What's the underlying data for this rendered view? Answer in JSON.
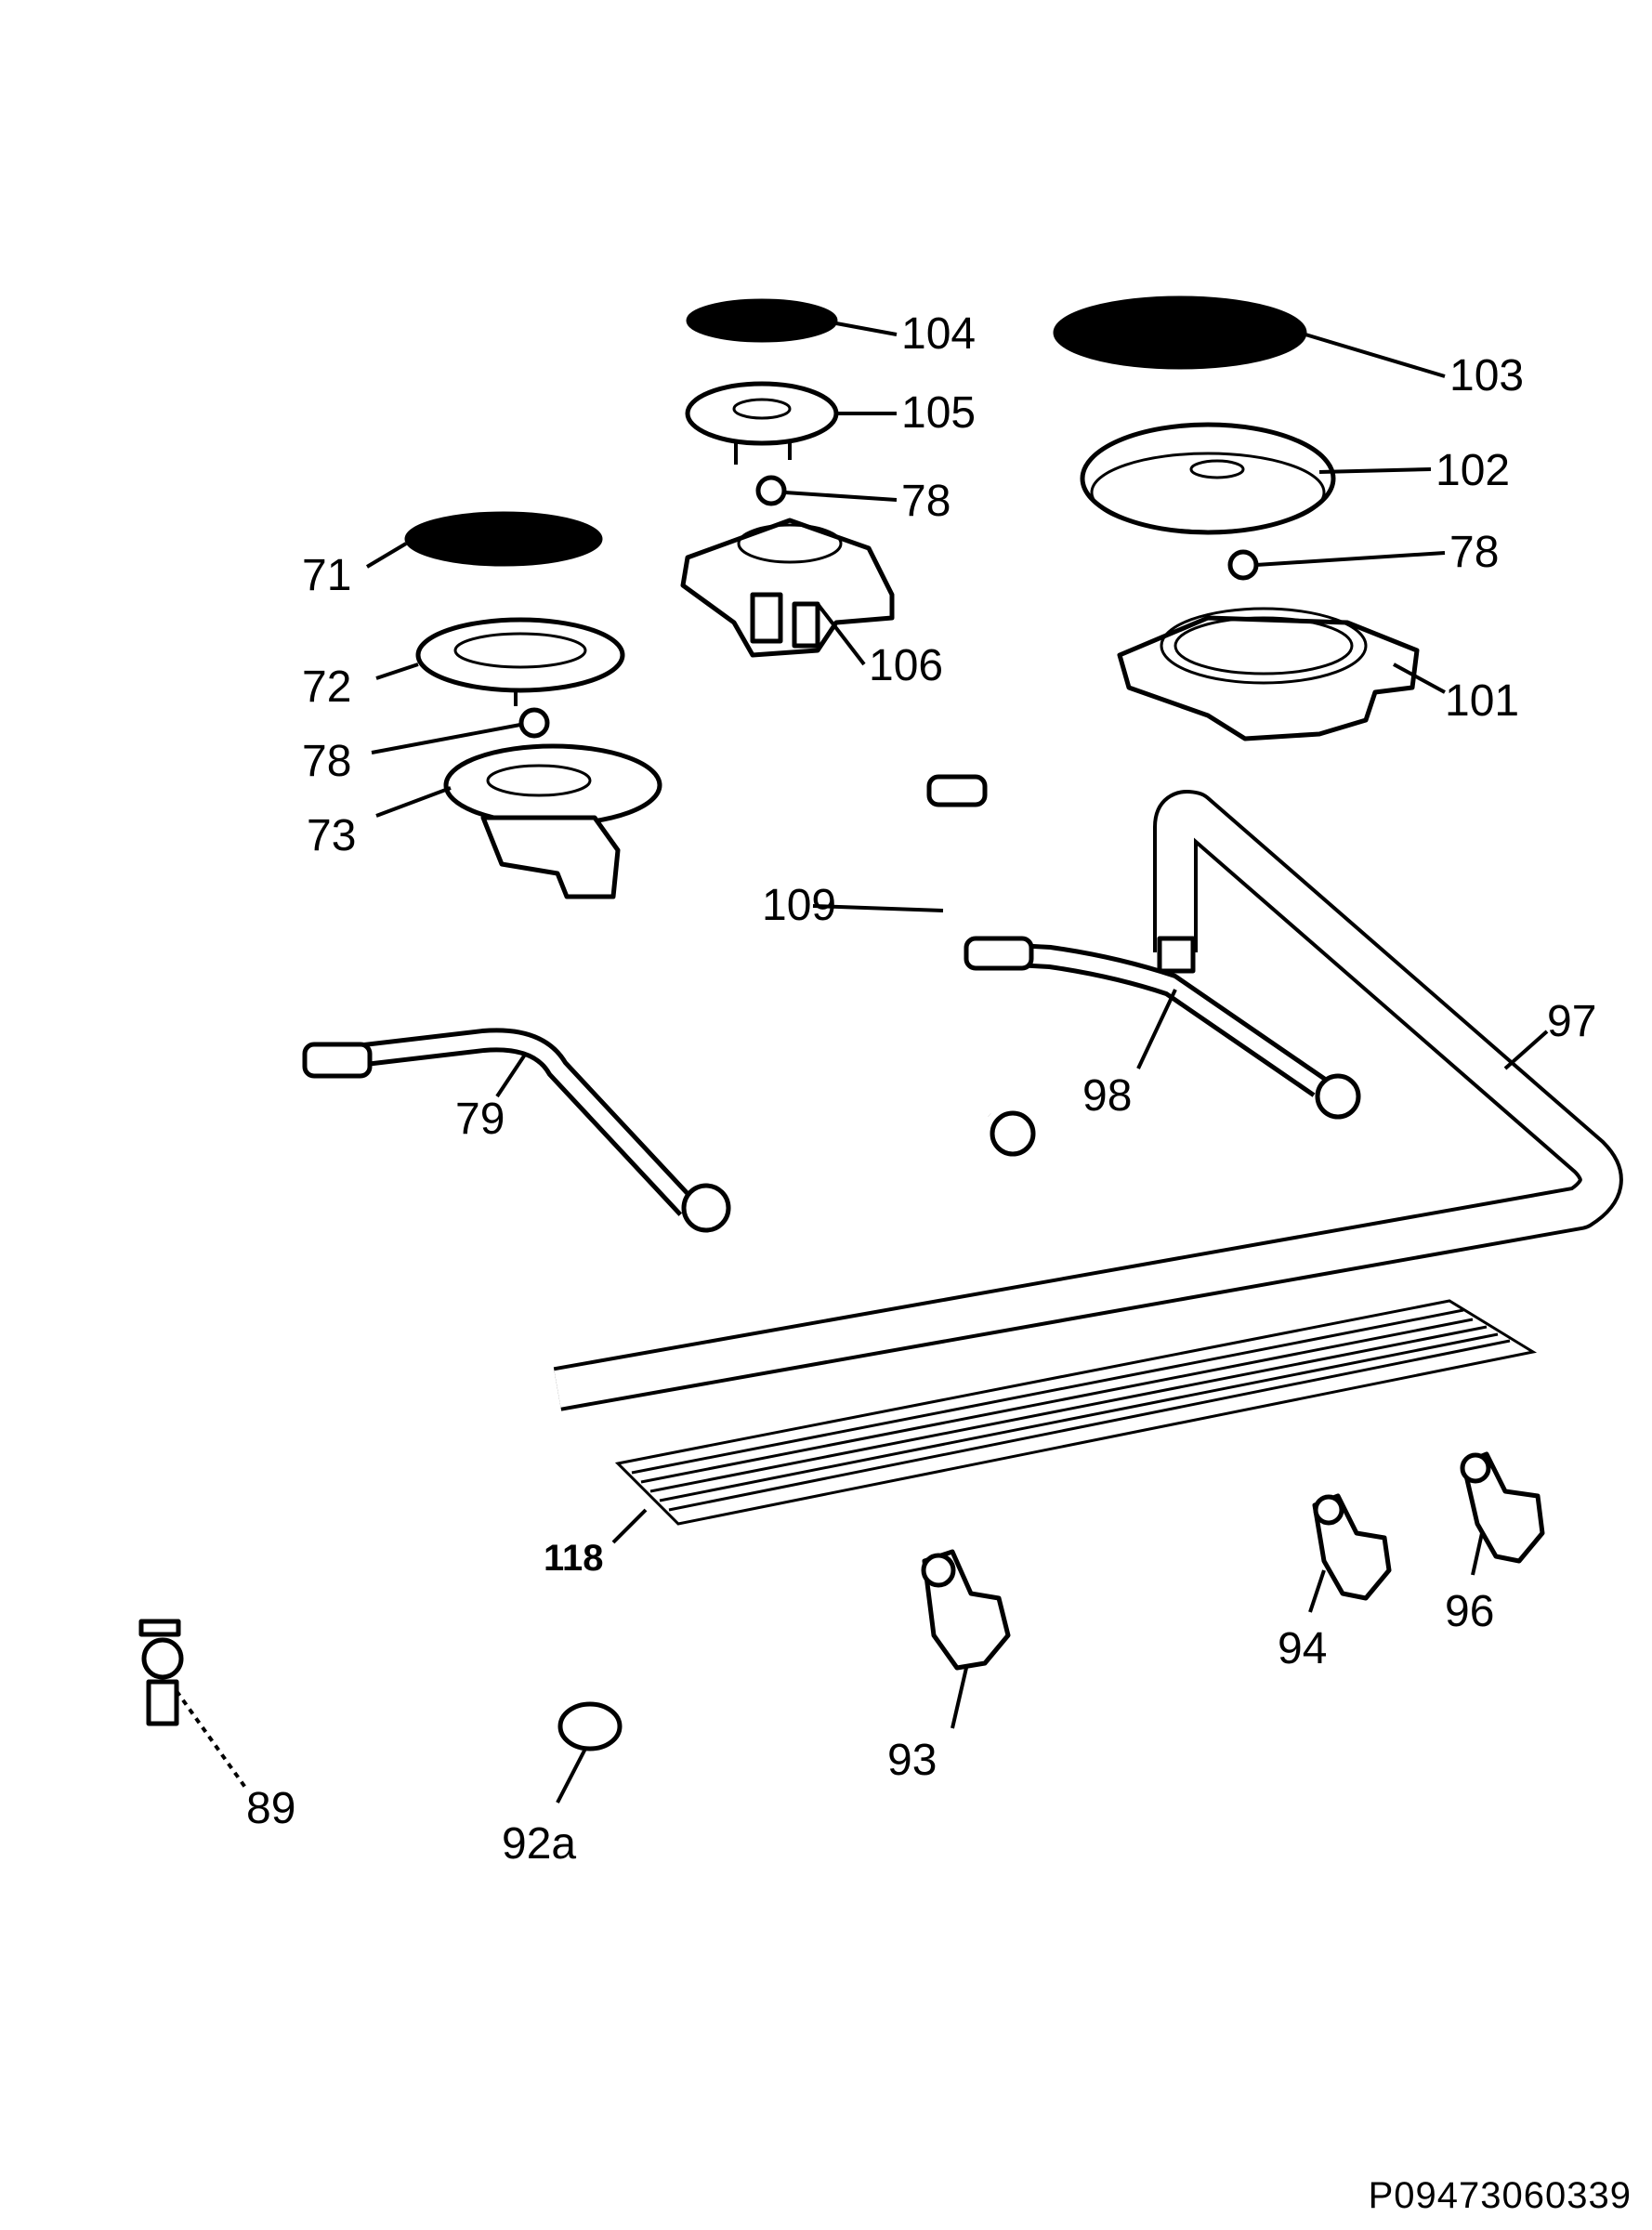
{
  "diagram": {
    "parts": [
      {
        "id": "104",
        "label": "104"
      },
      {
        "id": "103",
        "label": "103"
      },
      {
        "id": "105",
        "label": "105"
      },
      {
        "id": "102",
        "label": "102"
      },
      {
        "id": "78a",
        "label": "78"
      },
      {
        "id": "78b",
        "label": "78"
      },
      {
        "id": "71",
        "label": "71"
      },
      {
        "id": "106",
        "label": "106"
      },
      {
        "id": "72",
        "label": "72"
      },
      {
        "id": "101",
        "label": "101"
      },
      {
        "id": "78c",
        "label": "78"
      },
      {
        "id": "73",
        "label": "73"
      },
      {
        "id": "109",
        "label": "109"
      },
      {
        "id": "97",
        "label": "97"
      },
      {
        "id": "79",
        "label": "79"
      },
      {
        "id": "98",
        "label": "98"
      },
      {
        "id": "118",
        "label": "118"
      },
      {
        "id": "94",
        "label": "94"
      },
      {
        "id": "96",
        "label": "96"
      },
      {
        "id": "89",
        "label": "89"
      },
      {
        "id": "93",
        "label": "93"
      },
      {
        "id": "92a",
        "label": "92a"
      }
    ],
    "document_code": "P09473060339"
  }
}
